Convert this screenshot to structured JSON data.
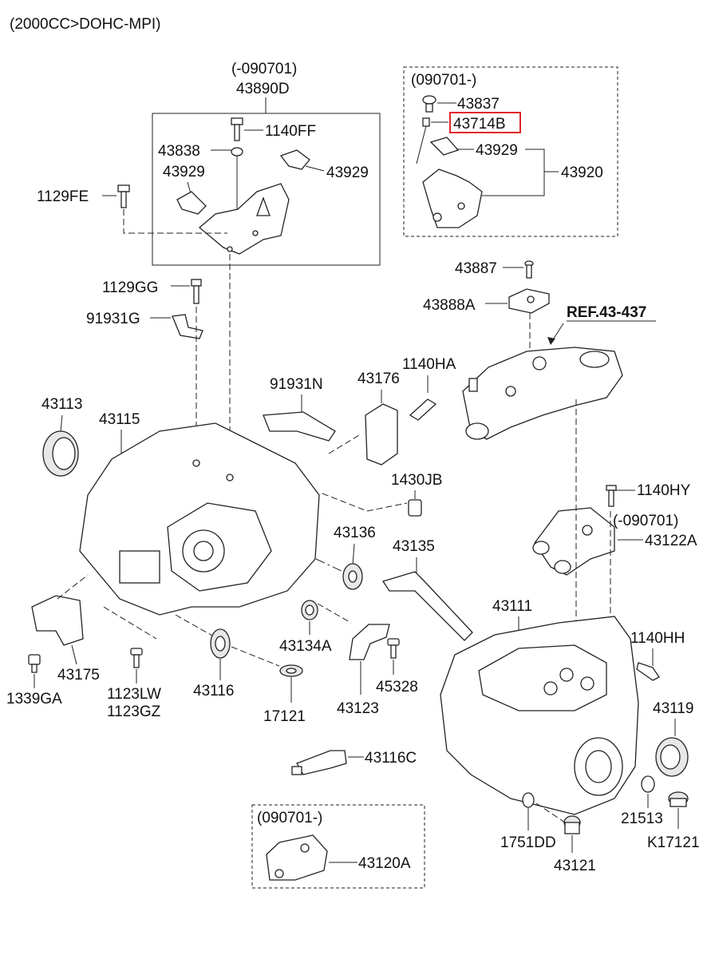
{
  "header": {
    "engine_spec": "(2000CC>DOHC-MPI)"
  },
  "groups": {
    "left_top_date": "(-090701)",
    "left_top_code": "43890D",
    "right_top_date": "(090701-)",
    "bottom_date": "(090701-)",
    "mount_date": "(-090701)"
  },
  "reference": {
    "label": "REF.43-437"
  },
  "parts": {
    "p1140FF": "1140FF",
    "p43838": "43838",
    "p43929a": "43929",
    "p43929b": "43929",
    "p1129FE": "1129FE",
    "p43837": "43837",
    "p43714B": "43714B",
    "p43929c": "43929",
    "p43920": "43920",
    "p43887": "43887",
    "p43888A": "43888A",
    "p1129GG": "1129GG",
    "p91931G": "91931G",
    "p91931N": "91931N",
    "p43176": "43176",
    "p1140HA": "1140HA",
    "p43113": "43113",
    "p43115": "43115",
    "p1430JB": "1430JB",
    "p1140HY": "1140HY",
    "p43122A": "43122A",
    "p43136": "43136",
    "p43135": "43135",
    "p43111": "43111",
    "p1140HH": "1140HH",
    "p43134A": "43134A",
    "p43175": "43175",
    "p1339GA": "1339GA",
    "p1123LW": "1123LW",
    "p1123GZ": "1123GZ",
    "p43116": "43116",
    "p43123": "43123",
    "p45328": "45328",
    "p17121": "17121",
    "p43119": "43119",
    "p43116C": "43116C",
    "p21513": "21513",
    "p1751DD": "1751DD",
    "p43121": "43121",
    "pK17121": "K17121",
    "p43120A": "43120A"
  },
  "highlight": {
    "part": "43714B",
    "color": "#e0262a"
  }
}
